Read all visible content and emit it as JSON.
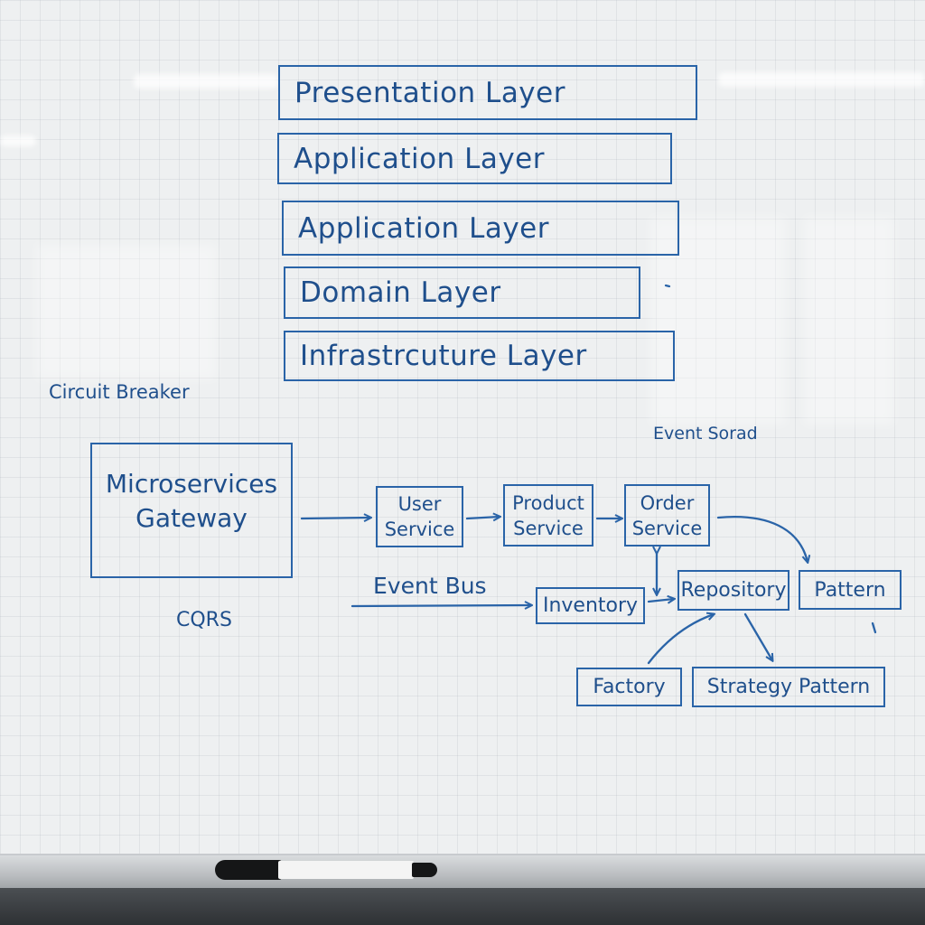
{
  "layers": [
    "Presentation Layer",
    "Application Layer",
    "Application Layer",
    "Domain Layer",
    "Infrastrcuture Layer"
  ],
  "labels": {
    "circuit_breaker": "Circuit Breaker",
    "event_sorad": "Event Sorad",
    "cqrs": "CQRS",
    "event_bus": "Event Bus"
  },
  "gateway": {
    "line1": "Microservices",
    "line2": "Gateway"
  },
  "services": {
    "user": [
      "User",
      "Service"
    ],
    "product": [
      "Product",
      "Service"
    ],
    "order": [
      "Order",
      "Service"
    ]
  },
  "boxes": {
    "inventory": "Inventory",
    "repository": "Repository",
    "pattern": "Pattern",
    "factory": "Factory",
    "strategy": "Strategy Pattern"
  },
  "colors": {
    "ink": "#1f4f8c",
    "stroke": "#2a64a8"
  }
}
